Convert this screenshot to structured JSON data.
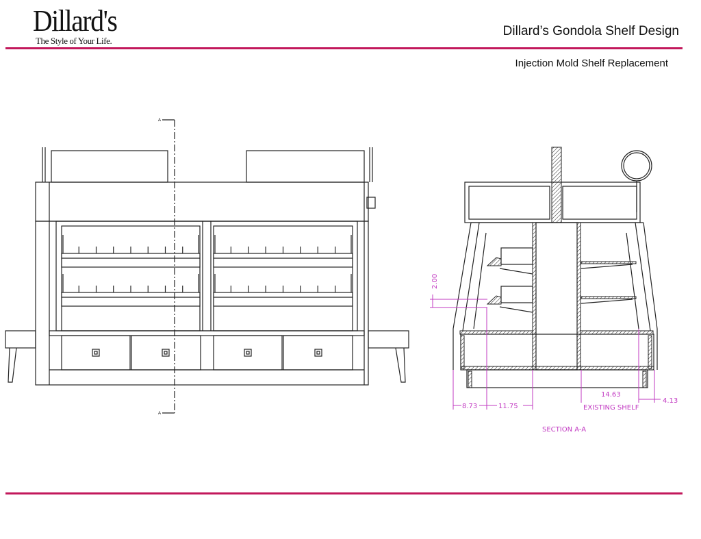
{
  "header": {
    "logo_name": "Dillard's",
    "logo_tagline": "The Style of Your Life.",
    "title": "Dillard’s  Gondola Shelf Design",
    "subtitle": "Injection Mold  Shelf Replacement"
  },
  "front_elevation": {
    "section_marker_top": "A",
    "section_marker_bottom": "A"
  },
  "section_view": {
    "label": "SECTION A-A",
    "dimensions": {
      "shelf_lip": "2.00",
      "left_offset": "8.73",
      "new_shelf": "11.75",
      "existing_shelf_depth": "14.63",
      "existing_shelf_label": "EXISTING SHELF",
      "right_offset": "4.13"
    }
  },
  "colors": {
    "accent_rule": "#c2185b",
    "dimension": "#c23ac2"
  }
}
